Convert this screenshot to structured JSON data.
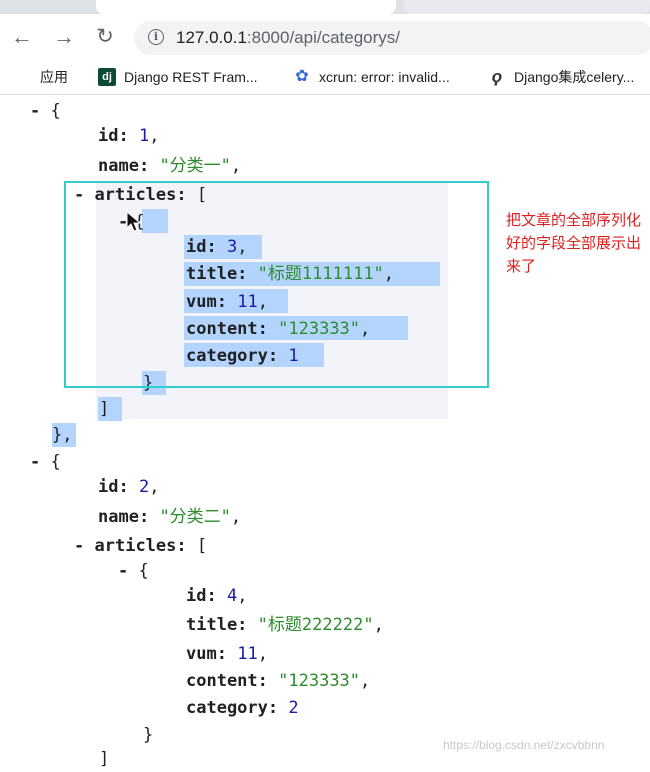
{
  "browser": {
    "url_host": "127.0.0.1",
    "url_rest": ":8000/api/categorys/",
    "bookmarks": [
      {
        "label": "应用",
        "icon": "apps-grid-icon"
      },
      {
        "label": "Django REST Fram...",
        "icon": "django-icon"
      },
      {
        "label": "xcrun: error: invalid...",
        "icon": "baidu-paw-icon"
      },
      {
        "label": "Django集成celery...",
        "icon": "celery-icon"
      }
    ]
  },
  "json_view": {
    "collapse_marker": "-",
    "open_brace": "{",
    "close_brace": "}",
    "open_bracket": "[",
    "close_bracket": "]",
    "close_item": "},",
    "keys": {
      "id": "id:",
      "name": "name:",
      "articles": "articles:",
      "title": "title:",
      "vum": "vum:",
      "content": "content:",
      "category": "category:"
    },
    "items": [
      {
        "id": "1",
        "name": "\"分类一\"",
        "article": {
          "id": "3",
          "title": "\"标题1111111\"",
          "vum": "11",
          "content": "\"123333\"",
          "category": "1"
        }
      },
      {
        "id": "2",
        "name": "\"分类二\"",
        "article": {
          "id": "4",
          "title": "\"标题222222\"",
          "vum": "11",
          "content": "\"123333\"",
          "category": "2"
        }
      }
    ]
  },
  "annotation": {
    "text": "把文章的全部序列化好的字段全部展示出来了",
    "color": "#e02020",
    "box_color": "#33cccc"
  },
  "watermark": "https://blog.csdn.net/zxcvbbnn"
}
